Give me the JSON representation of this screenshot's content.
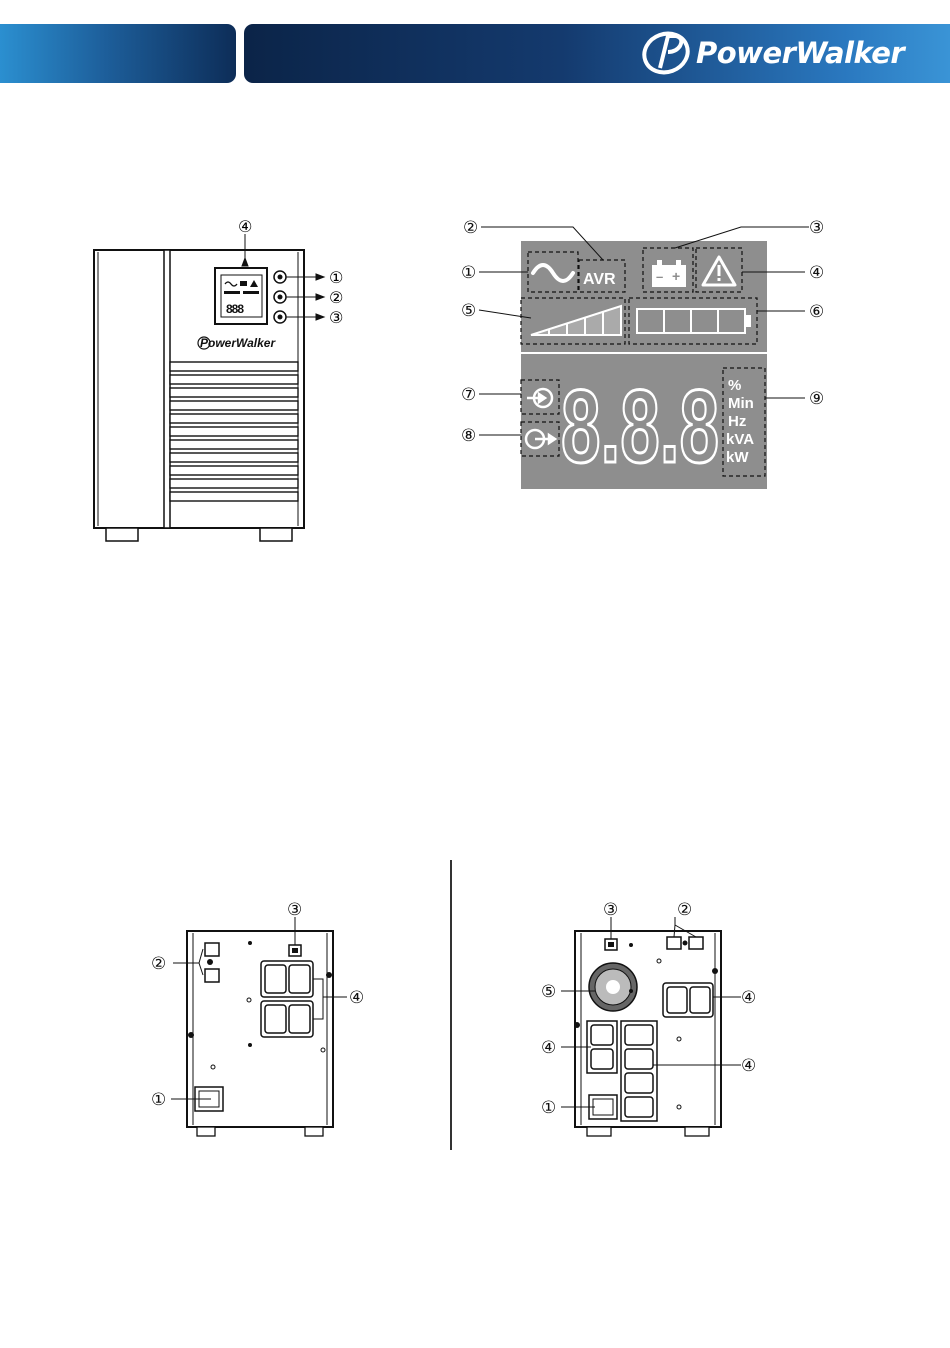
{
  "header": {
    "brand": "PowerWalker"
  },
  "front_view": {
    "callouts": [
      "④",
      "①",
      "②",
      "③"
    ],
    "logo_text": "PowerWalker"
  },
  "lcd_panel": {
    "callouts": [
      "①",
      "②",
      "③",
      "④",
      "⑤",
      "⑥",
      "⑦",
      "⑧",
      "⑨"
    ],
    "avr_label": "AVR",
    "battery_minus": "–",
    "battery_plus": "+",
    "digits": "8.8.8",
    "units": [
      "%",
      "Min",
      "Hz",
      "kVA",
      "kW"
    ]
  },
  "rear_small": {
    "callouts": [
      "③",
      "②",
      "④",
      "①"
    ]
  },
  "rear_large": {
    "callouts": [
      "③",
      "②",
      "⑤",
      "④",
      "④",
      "④",
      "①"
    ]
  },
  "colors": {
    "header_dark": "#0b2448",
    "header_light": "#3a94d6",
    "lcd_bg": "#8e8e8e",
    "lcd_fg": "#ffffff"
  }
}
